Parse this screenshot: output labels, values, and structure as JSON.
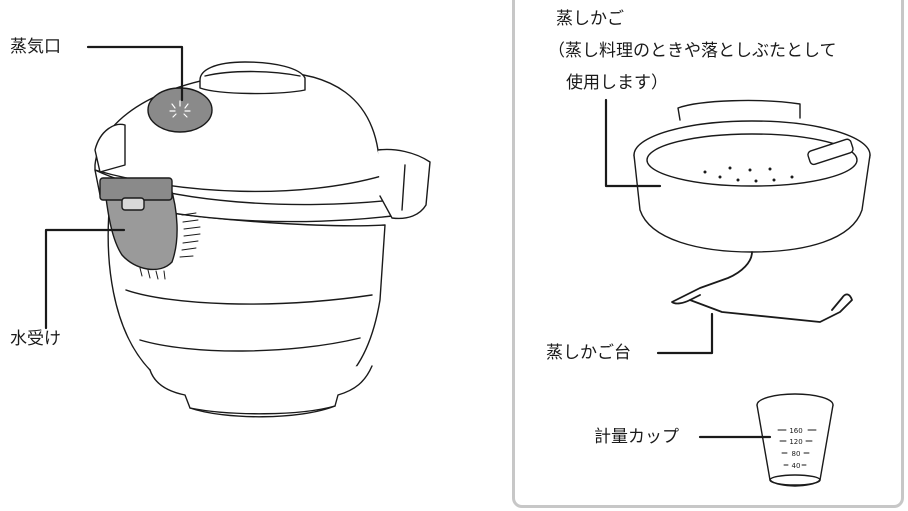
{
  "left_labels": {
    "steam_vent": "蒸気口",
    "water_receiver": "水受け"
  },
  "right_panel": {
    "steam_basket": "蒸しかご",
    "steam_basket_note_1": "（蒸し料理のときや落としぶたとして",
    "steam_basket_note_2": "使用します）",
    "basket_stand": "蒸しかご台",
    "measuring_cup": "計量カップ",
    "cup_marks": [
      "160",
      "120",
      "80",
      "40"
    ]
  }
}
